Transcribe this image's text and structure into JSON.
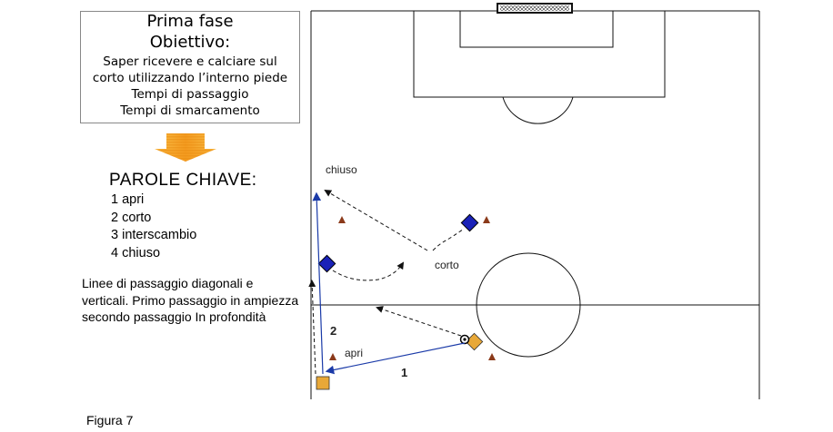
{
  "objective": {
    "title": "Prima fase",
    "subtitle": "Obiettivo:",
    "lines": [
      "Saper ricevere e calciare sul",
      "corto utilizzando l’interno piede",
      "Tempi di passaggio",
      "Tempi di smarcamento"
    ]
  },
  "keywords": {
    "title": "PAROLE CHIAVE:",
    "items": [
      "1 apri",
      "2 corto",
      "3 interscambio",
      "4 chiuso"
    ]
  },
  "description": "Linee di passaggio diagonali e verticali. Primo  passaggio in ampiezza secondo passaggio In profondità",
  "caption": "Figura 7",
  "diagram_labels": {
    "chiuso": "chiuso",
    "corto": "corto",
    "apri": "apri",
    "pass_1": "1",
    "pass_2": "2"
  },
  "colors": {
    "arrow_fill": "#f5a623",
    "blue_player": "#1a22b8",
    "yellow_player": "#e8a838",
    "cone": "#8b3a1a",
    "pass_line": "#1a3aa8"
  }
}
